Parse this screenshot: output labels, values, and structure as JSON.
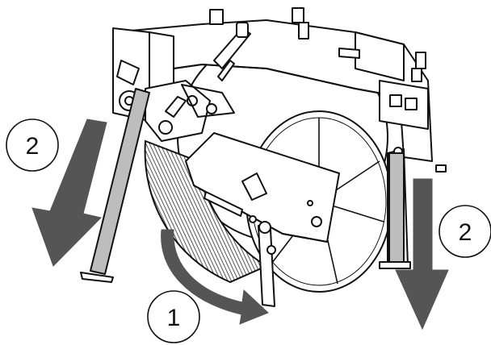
{
  "callouts": {
    "left_step": "2",
    "right_step": "2",
    "bottom_step": "1"
  },
  "colors": {
    "arrow_fill": "#555555",
    "arrow_dark": "#3f3f3f",
    "line": "#111111",
    "background": "#ffffff",
    "leg_fill": "#bdbdbd",
    "drum_fill": "#ffffff"
  },
  "figure": {
    "subject": "machine-frame-with-cable-drum",
    "view": "isometric-line-drawing"
  }
}
